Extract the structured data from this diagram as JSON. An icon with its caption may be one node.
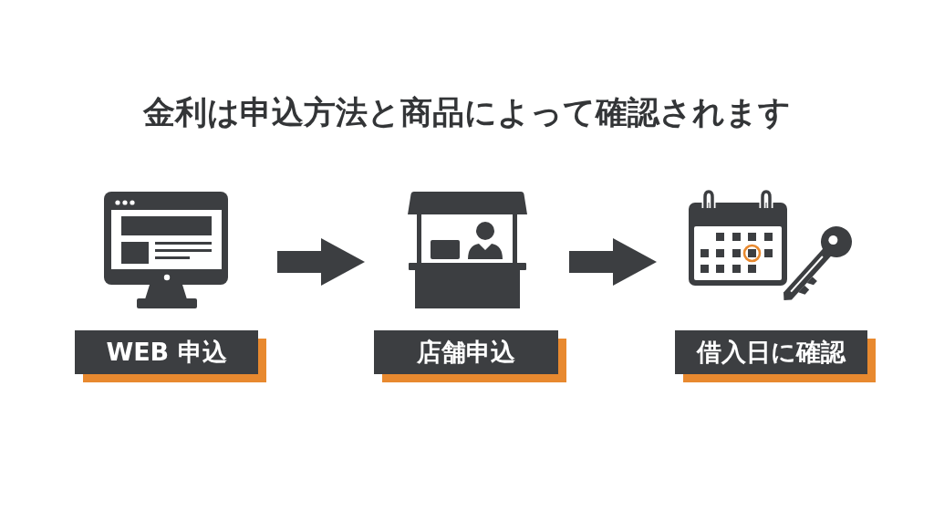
{
  "diagram": {
    "title": "金利は申込方法と商品によって確認されます",
    "nodes": [
      {
        "text": [
          "WEB 申込"
        ]
      },
      {
        "text": [
          "店舗申込"
        ]
      },
      {
        "text": [
          "借入日に確認"
        ]
      }
    ],
    "edges": [
      {
        "from": 0,
        "to": 1,
        "arrow": "to"
      },
      {
        "from": 1,
        "to": 2,
        "arrow": "to"
      }
    ]
  }
}
